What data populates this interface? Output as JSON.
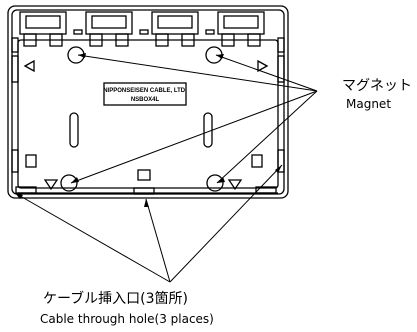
{
  "labels": {
    "magnet_jp": "マグネット",
    "magnet_en": "Magnet",
    "cable_hole_jp": "ケーブル挿入口(3箇所)",
    "cable_hole_en": "Cable through hole(3 places)",
    "plate_line1": "NIPPONSEISEN CABLE, LTD.",
    "plate_line2": "NSBOX4L"
  }
}
